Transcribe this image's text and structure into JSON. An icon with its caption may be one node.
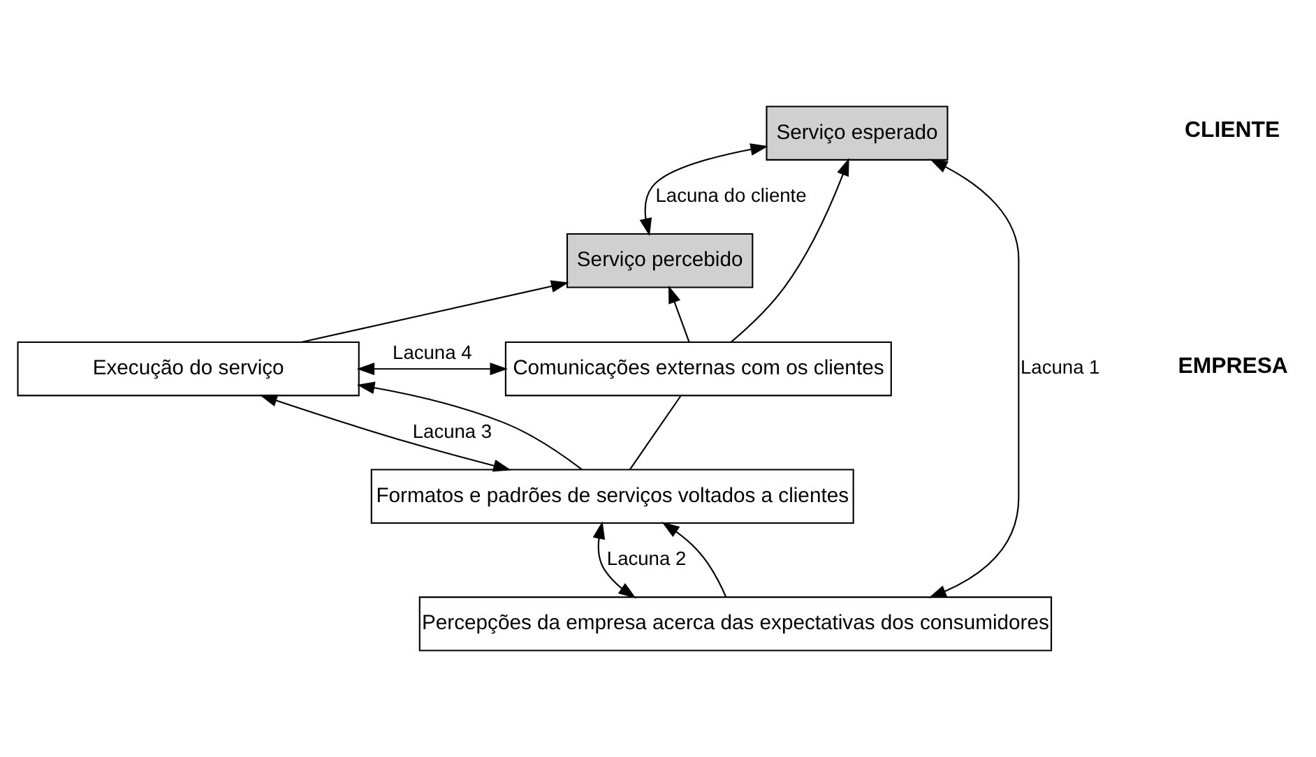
{
  "diagram": {
    "nodes": [
      {
        "text": [
          "Serviço esperado"
        ]
      },
      {
        "text": [
          "Serviço percebido"
        ]
      },
      {
        "text": [
          "Execução do serviço"
        ]
      },
      {
        "text": [
          "Comunicações externas com os clientes"
        ]
      },
      {
        "text": [
          "Formatos e padrões de serviços voltados a clientes"
        ]
      },
      {
        "text": [
          "Percepções da empresa acerca das expectativas dos consumidores"
        ]
      }
    ],
    "edges": [
      {
        "from": 0,
        "to": 1,
        "arrow": "both",
        "label": "Lacuna do cliente"
      },
      {
        "from": 2,
        "to": 1,
        "arrow": "to"
      },
      {
        "from": 3,
        "to": 1,
        "arrow": "to"
      },
      {
        "from": 3,
        "to": 0,
        "arrow": "to"
      },
      {
        "from": 2,
        "to": 3,
        "arrow": "both",
        "label": "Lacuna 4"
      },
      {
        "from": 4,
        "to": 2,
        "arrow": "both",
        "label": "Lacuna 3"
      },
      {
        "from": 4,
        "to": 2,
        "arrow": "to"
      },
      {
        "from": 4,
        "to": 3,
        "arrow": "none"
      },
      {
        "from": 5,
        "to": 4,
        "arrow": "both",
        "label": "Lacuna 2"
      },
      {
        "from": 5,
        "to": 4,
        "arrow": "to"
      },
      {
        "from": 5,
        "to": 0,
        "arrow": "both",
        "label": "Lacuna 1"
      }
    ],
    "labels": [
      "CLIENTE",
      "EMPRESA"
    ]
  }
}
